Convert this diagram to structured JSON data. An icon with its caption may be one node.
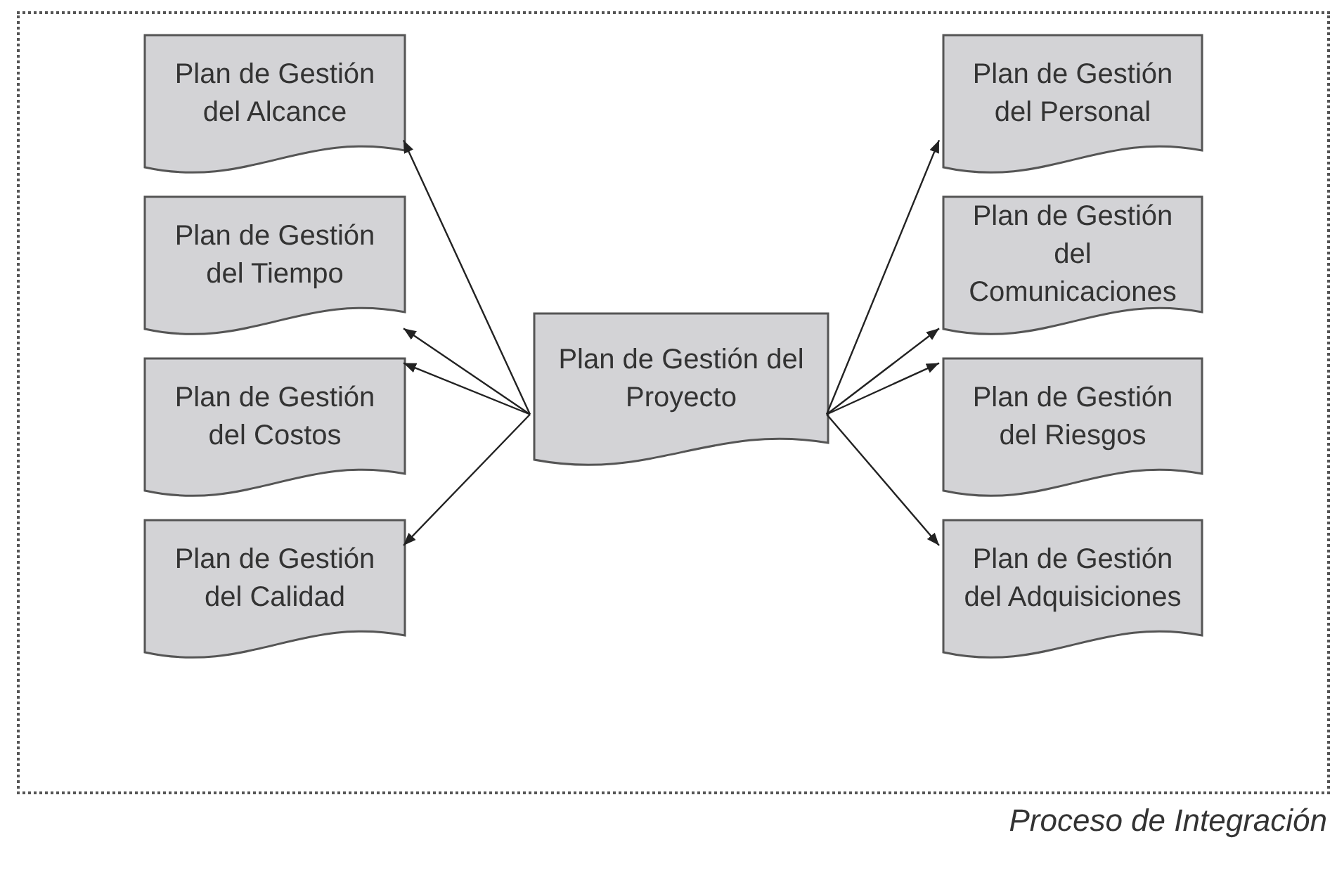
{
  "diagram": {
    "nodes": [
      {
        "text": [
          "Proceso de Integración"
        ]
      },
      {
        "text": [
          "Plan de Gestión del Alcance"
        ],
        "in": 0
      },
      {
        "text": [
          "Plan de Gestión del Tiempo"
        ],
        "in": 0
      },
      {
        "text": [
          "Plan de Gestión del Costos"
        ],
        "in": 0
      },
      {
        "text": [
          "Plan de Gestión del Calidad"
        ],
        "in": 0
      },
      {
        "text": [
          "Plan de Gestión del Proyecto"
        ],
        "in": 0
      },
      {
        "text": [
          "Plan de Gestión del Personal"
        ],
        "in": 0
      },
      {
        "text": [
          "Plan de Gestión del Comunicaciones"
        ],
        "in": 0
      },
      {
        "text": [
          "Plan de Gestión del Riesgos"
        ],
        "in": 0
      },
      {
        "text": [
          "Plan de Gestión del Adquisiciones"
        ],
        "in": 0
      }
    ],
    "edges": [
      {
        "from": 5,
        "to": 1,
        "arrow": "to"
      },
      {
        "from": 5,
        "to": 2,
        "arrow": "to"
      },
      {
        "from": 5,
        "to": 3,
        "arrow": "to"
      },
      {
        "from": 5,
        "to": 4,
        "arrow": "to"
      },
      {
        "from": 5,
        "to": 6,
        "arrow": "to"
      },
      {
        "from": 5,
        "to": 7,
        "arrow": "to"
      },
      {
        "from": 5,
        "to": 8,
        "arrow": "to"
      },
      {
        "from": 5,
        "to": 9,
        "arrow": "to"
      }
    ]
  }
}
